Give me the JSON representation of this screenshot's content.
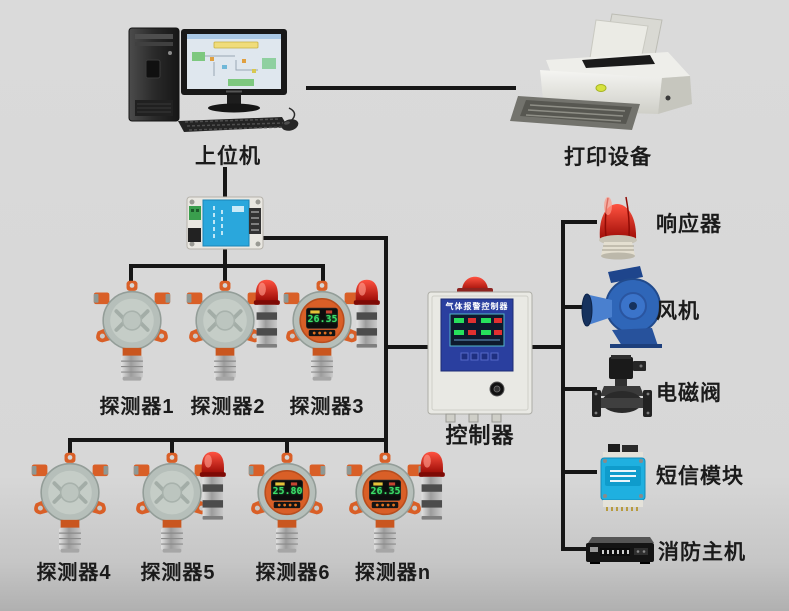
{
  "palette": {
    "background": "#d8d8d8",
    "wire": "#161616",
    "detector_orange": "#d95f27",
    "detector_gray": "#b6bfba",
    "beacon_red": "#c81410",
    "converter_blue": "#2aa7dc",
    "controller_panel_blue": "#2a3f9f",
    "fan_blue": "#2f66b8",
    "sms_module_cyan": "#1fb0e0",
    "label_color": "#1b1b1b",
    "lcd_green": "#3ce06a"
  },
  "host_computer": {
    "label": "上位机"
  },
  "printer": {
    "label": "打印设备"
  },
  "controller": {
    "label": "控制器",
    "panel_title": "气体报警控制器"
  },
  "detectors": {
    "row1": [
      {
        "label": "探测器1",
        "has_display": false,
        "has_beacon": false
      },
      {
        "label": "探测器2",
        "has_display": false,
        "has_beacon": true
      },
      {
        "label": "探测器3",
        "has_display": true,
        "has_beacon": true,
        "lcd_value": "26.35"
      }
    ],
    "row2": [
      {
        "label": "探测器4",
        "has_display": false,
        "has_beacon": false
      },
      {
        "label": "探测器5",
        "has_display": false,
        "has_beacon": true
      },
      {
        "label": "探测器6",
        "has_display": true,
        "has_beacon": false,
        "lcd_value": "25.80"
      },
      {
        "label": "探测器n",
        "has_display": true,
        "has_beacon": true,
        "lcd_value": "26.35"
      }
    ]
  },
  "outputs": [
    {
      "label": "响应器"
    },
    {
      "label": "风机"
    },
    {
      "label": "电磁阀"
    },
    {
      "label": "短信模块"
    },
    {
      "label": "消防主机"
    }
  ]
}
